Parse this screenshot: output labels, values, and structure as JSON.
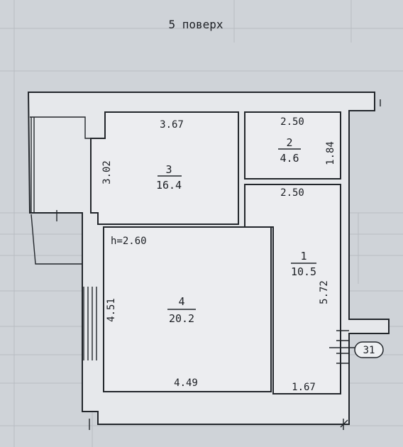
{
  "header": {
    "title": "5 поверх"
  },
  "plan": {
    "ceiling_height": "h=2.60",
    "rooms": [
      {
        "number": "1",
        "area": "10.5",
        "dims": [
          "2.50",
          "5.72",
          "1.67"
        ]
      },
      {
        "number": "2",
        "area": "4.6",
        "dims": [
          "2.50",
          "1.84"
        ]
      },
      {
        "number": "3",
        "area": "16.4",
        "dims": [
          "3.67",
          "3.02"
        ]
      },
      {
        "number": "4",
        "area": "20.2",
        "dims": [
          "4.51",
          "4.49"
        ]
      }
    ],
    "axis_marker": "31"
  }
}
